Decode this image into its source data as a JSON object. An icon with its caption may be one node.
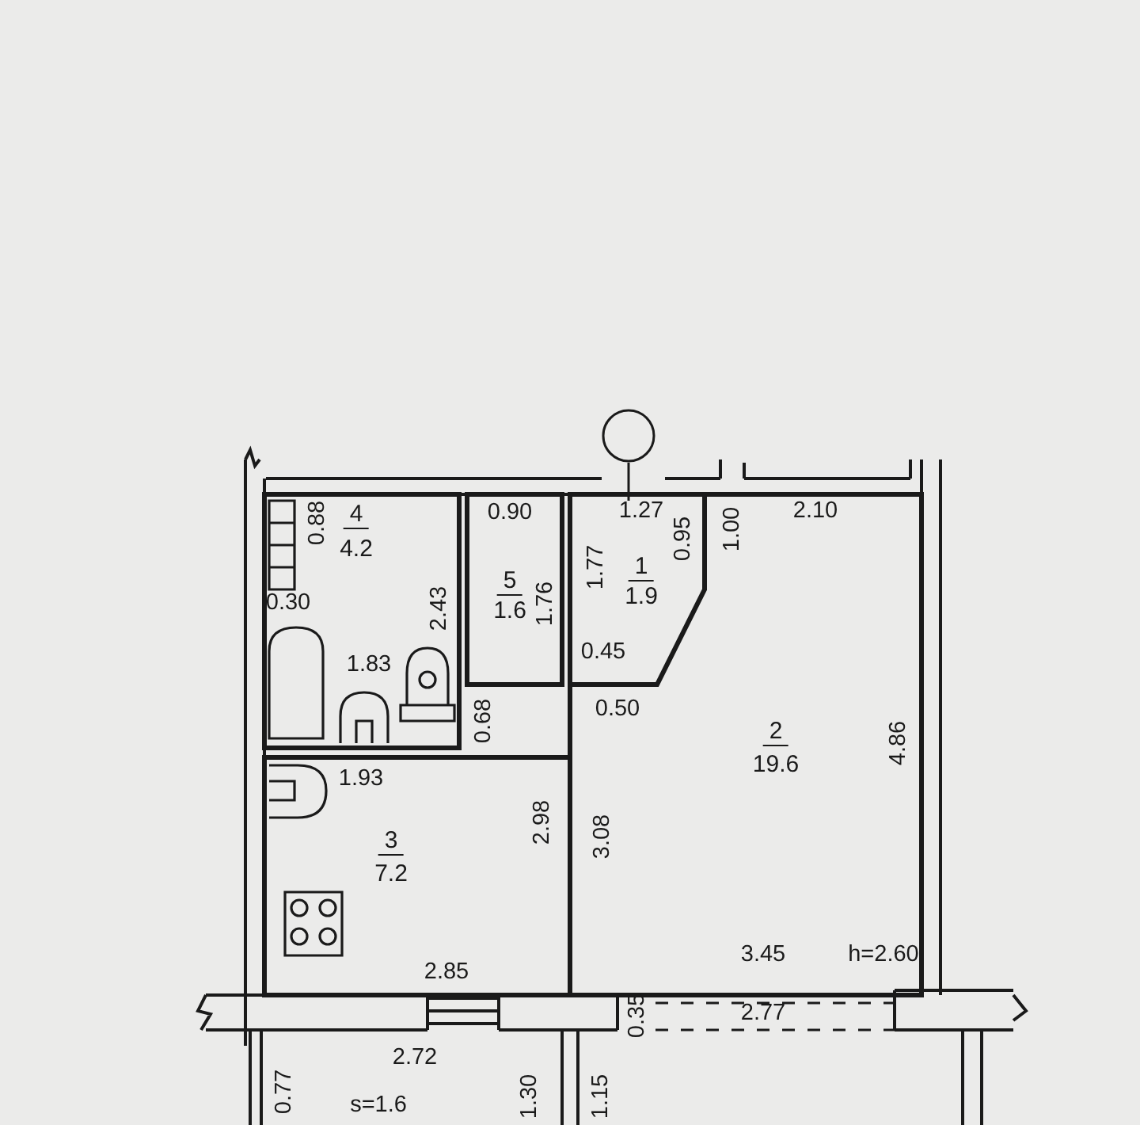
{
  "diagram": {
    "nodes": [
      {
        "text": [],
        "shape": "circle"
      },
      {
        "text": [
          "4",
          "4.2"
        ]
      },
      {
        "text": [
          "5",
          "1.6"
        ]
      },
      {
        "text": [
          "1",
          "1.9"
        ]
      },
      {
        "text": [
          "2",
          "19.6"
        ]
      },
      {
        "text": [
          "3",
          "7.2"
        ]
      }
    ],
    "edges": [
      {
        "from": 0,
        "to": 3,
        "arrow": "none"
      }
    ],
    "labels": [
      "0.90",
      "1.27",
      "2.10",
      "0.88",
      "0.95",
      "1.00",
      "1.77",
      "0.30",
      "2.43",
      "1.76",
      "1.83",
      "0.45",
      "0.50",
      "0.68",
      "1.93",
      "2.98",
      "4.86",
      "3.08",
      "2.85",
      "3.45",
      "h=2.60",
      "0.35",
      "2.77",
      "2.72",
      "0.77",
      "1.30",
      "1.15",
      "s=1.6"
    ]
  }
}
